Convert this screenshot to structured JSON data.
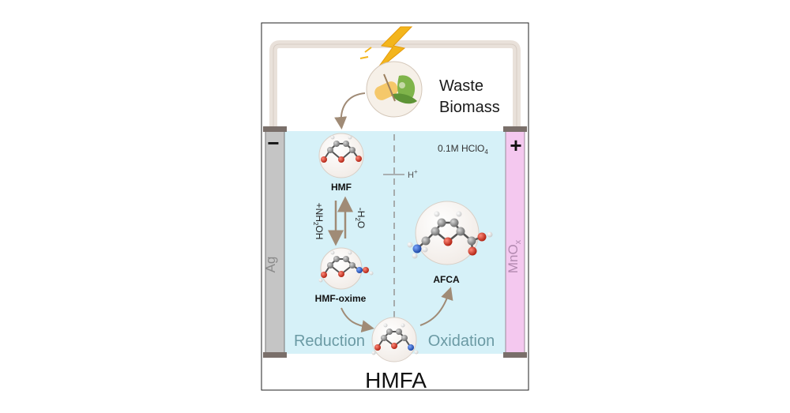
{
  "diagram": {
    "top_label_line1": "Waste",
    "top_label_line2": "Biomass",
    "electrolyte": "0.1M HClO",
    "electrolyte_sub": "4",
    "cathode_sign": "−",
    "anode_sign": "+",
    "cathode_material": "Ag",
    "anode_material": "MnO",
    "anode_material_sub": "x",
    "proton_label": "H",
    "proton_sup": "+",
    "molecule_hmf": "HMF",
    "molecule_oxime": "HMF-oxime",
    "molecule_afca": "AFCA",
    "molecule_hmfa": "HMFA",
    "step_forward_pre": "+NH",
    "step_forward_sub": "2",
    "step_forward_post": "OH",
    "step_reverse_pre": "-H",
    "step_reverse_sub": "2",
    "step_reverse_post": "O",
    "region_reduction": "Reduction",
    "region_oxidation": "Oxidation"
  },
  "colors": {
    "electrolyte": "#d6f1f8",
    "cathode": "#c5c5c5",
    "anode": "#f4c8ef",
    "wire": "#e9e1da",
    "arrow": "#a08b76",
    "carbon": "#8c8c8c",
    "oxygen": "#d63a2a",
    "nitrogen": "#2b63c8",
    "hydrogen": "#ffffff"
  }
}
